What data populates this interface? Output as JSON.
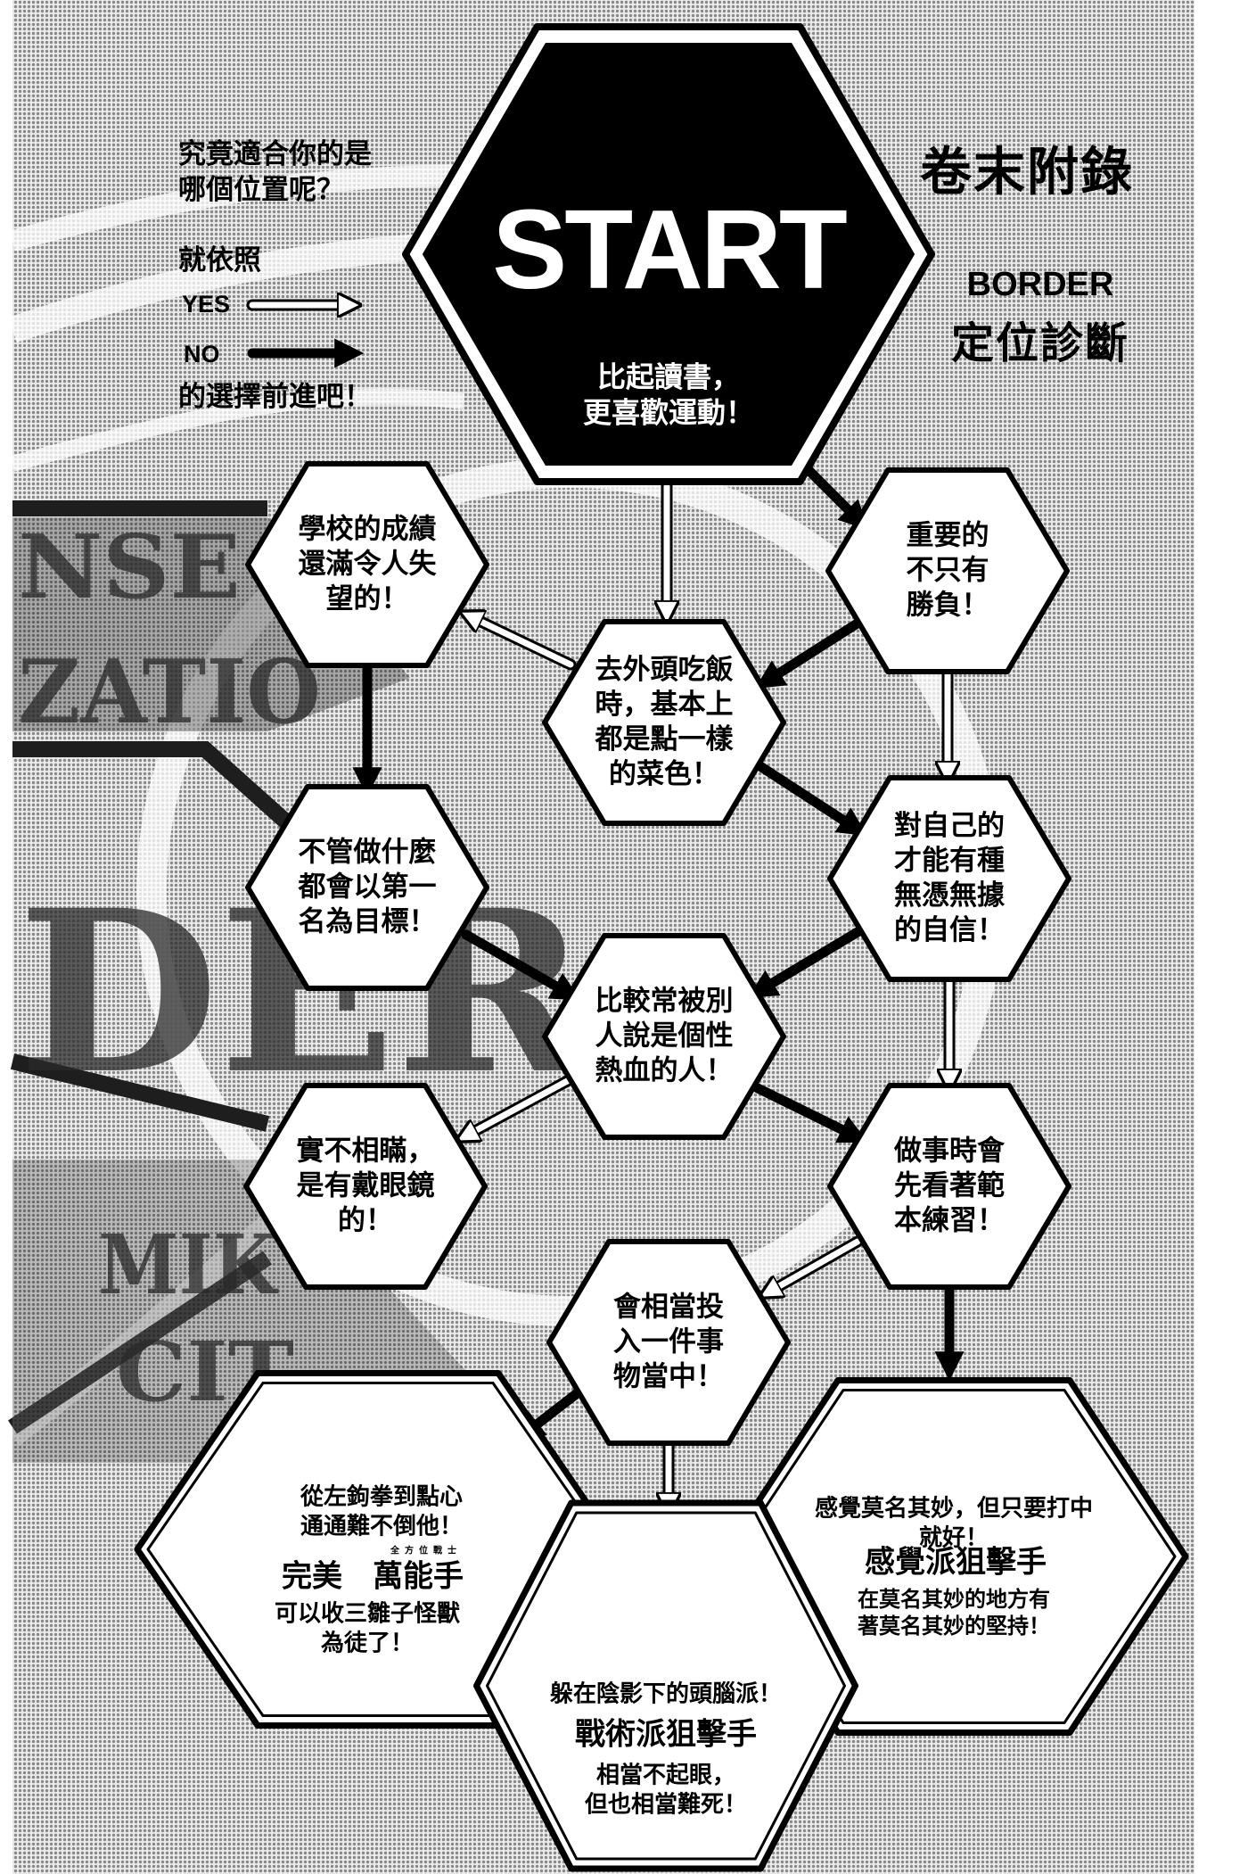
{
  "header": {
    "intro": "究竟適合你的是\n哪個位置呢？",
    "follow": "就依照",
    "yes": "YES",
    "no": "NO",
    "proceed": "的選擇前進吧！",
    "appendix": "卷末附錄",
    "border": "BORDER",
    "diagnosis": "定位診斷"
  },
  "start": {
    "label": "START",
    "question": "比起讀書，\n更喜歡運動！"
  },
  "questions": {
    "q_grades": "學校的成績\n還滿令人失\n望的！",
    "q_winning": "重要的\n不只有\n勝負！",
    "q_eating": "去外頭吃飯\n時，基本上\n都是點一樣\n的菜色！",
    "q_talent": "對自己的\n才能有種\n無憑無據\n的自信！",
    "q_first": "不管做什麼\n都會以第一\n名為目標！",
    "q_hot": "比較常被別\n人說是個性\n熱血的人！",
    "q_glasses": "實不相瞞，\n是有戴眼鏡\n的！",
    "q_example": "做事時會\n先看著範\n本練習！",
    "q_immerse": "會相當投\n入一件事\n物當中！"
  },
  "results": {
    "allrounder": {
      "tagline": "從左鉤拳到點心\n通通難不倒他！",
      "ruby": "全方位戰士",
      "title": "完美　萬能手",
      "note": "可以收三雛子怪獸\n為徒了！"
    },
    "tactical": {
      "tagline": "躲在陰影下的頭腦派！",
      "title": "戰術派狙擊手",
      "note": "相當不起眼，\n但也相當難死！"
    },
    "intuitive": {
      "tagline": "感覺莫名其妙，但只要打中就好！",
      "title": "感覺派狙擊手",
      "note": "在莫名其妙的地方有\n著莫名其妙的堅持！"
    }
  },
  "background": {
    "words": [
      "NSE",
      "ZATIO",
      "DER",
      "MIK",
      "CIT"
    ]
  },
  "colors": {
    "ink": "#000000",
    "paper": "#ffffff",
    "screentone": "#a3a3a3"
  }
}
